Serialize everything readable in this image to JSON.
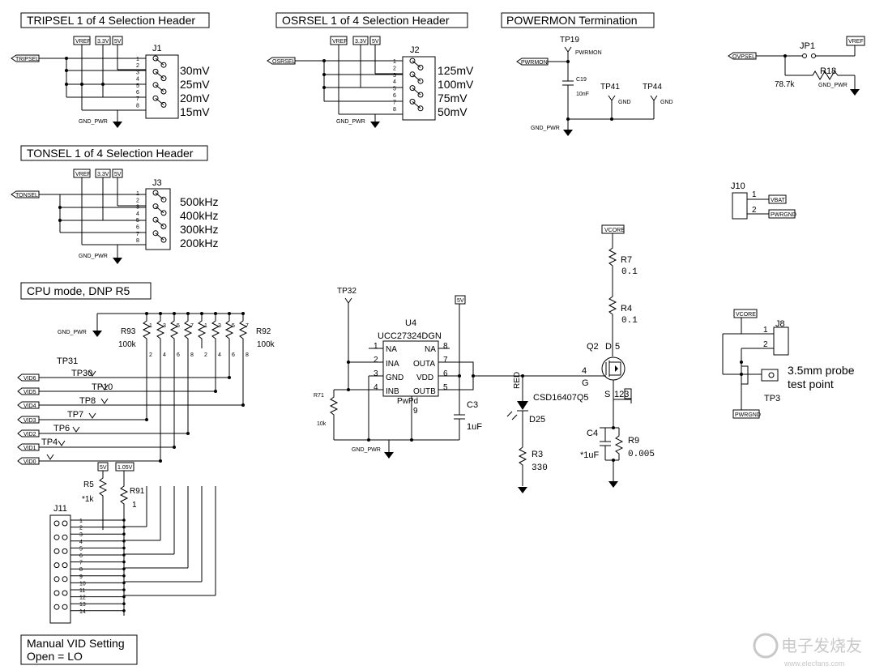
{
  "sections": {
    "tripsel_title": "TRIPSEL 1 of 4 Selection Header",
    "osrsel_title": "OSRSEL 1 of 4 Selection Header",
    "powermon_title": "POWERMON Termination",
    "tonsel_title": "TONSEL 1 of 4 Selection Header",
    "cpu_title": "CPU mode, DNP R5",
    "manual_line1": "Manual VID Setting",
    "manual_line2": "Open = LO"
  },
  "nets": {
    "vref": "VREF",
    "v33": "3.3V",
    "v5": "5V",
    "gnd_pwr": "GND_PWR",
    "gnd": "GND",
    "tripsel": "TRIPSEL",
    "osrsel": "OSRSEL",
    "tonsel": "TONSEL",
    "pwrmon": "PWRMON",
    "ovpsel": "OVPSEL",
    "vbat": "VBAT",
    "pwrgnd": "PWRGND",
    "vcore": "VCORE",
    "v105": "1.05V",
    "vid6": "VID6",
    "vid5": "VID5",
    "vid4": "VID4",
    "vid3": "VID3",
    "vid2": "VID2",
    "vid1": "VID1",
    "vid0": "VID0"
  },
  "j1": {
    "ref": "J1",
    "options": [
      "30mV",
      "25mV",
      "20mV",
      "15mV"
    ]
  },
  "j2": {
    "ref": "J2",
    "options": [
      "125mV",
      "100mV",
      "75mV",
      "50mV"
    ]
  },
  "j3": {
    "ref": "J3",
    "options": [
      "500kHz",
      "400kHz",
      "300kHz",
      "200kHz"
    ]
  },
  "pin_numbers": [
    "1",
    "2",
    "3",
    "4",
    "5",
    "6",
    "7",
    "8"
  ],
  "j11_pins": [
    "1",
    "2",
    "3",
    "4",
    "5",
    "6",
    "7",
    "8",
    "9",
    "10",
    "11",
    "12",
    "13",
    "14"
  ],
  "powermon": {
    "tp19": "TP19",
    "c19": "C19",
    "c19_val": "10nF",
    "tp41": "TP41",
    "tp44": "TP44"
  },
  "jp1": {
    "ref": "JP1",
    "r18": "R18",
    "r18_val": "78.7k"
  },
  "j10": {
    "ref": "J10",
    "pin1": "1",
    "pin2": "2"
  },
  "j8": {
    "ref": "J8",
    "pin1": "1",
    "pin2": "2",
    "probe": "3.5mm probe",
    "probe2": "test point",
    "tp3": "TP3"
  },
  "cpu": {
    "r93": "R93",
    "r93_val": "100k",
    "r92": "R92",
    "r92_val": "100k",
    "tps": [
      "TP31",
      "TP30",
      "TP10",
      "TP8",
      "TP7",
      "TP6",
      "TP4"
    ],
    "rn_top": [
      "1",
      "3",
      "5",
      "7",
      "1",
      "3",
      "5",
      "7"
    ],
    "rn_bot": [
      "2",
      "4",
      "6",
      "8",
      "2",
      "4",
      "6",
      "8"
    ],
    "r5": "R5",
    "r5_val": "*1k",
    "r91": "R91",
    "r91_val": "1",
    "j11": "J11"
  },
  "driver": {
    "tp32": "TP32",
    "u4": "U4",
    "part": "UCC27324DGN",
    "r71": "R71",
    "r71_val": "10k",
    "pins_left": [
      "NA",
      "INA",
      "GND",
      "INB"
    ],
    "pins_left_num": [
      "1",
      "2",
      "3",
      "4"
    ],
    "pins_right": [
      "NA",
      "OUTA",
      "VDD",
      "OUTB"
    ],
    "pins_right_num": [
      "8",
      "7",
      "6",
      "5"
    ],
    "pwpd": "PwPd",
    "pwpd_num": "9",
    "c3": "C3",
    "c3_val": "1uF"
  },
  "power_stage": {
    "r7": "R7",
    "r7_val": "0.1",
    "r4": "R4",
    "r4_val": "0.1",
    "q2": "Q2",
    "q2_part": "CSD16407Q5",
    "d": "D",
    "d_pin": "5",
    "g_pin": "4",
    "g": "G",
    "s": "S",
    "s_pins": "123",
    "red": "RED",
    "d25": "D25",
    "r3": "R3",
    "r3_val": "330",
    "c4": "C4",
    "c4_val": "*1uF",
    "r9": "R9",
    "r9_val": "0.005"
  },
  "watermark": "电子发烧友",
  "watermark_url": "www.elecfans.com"
}
